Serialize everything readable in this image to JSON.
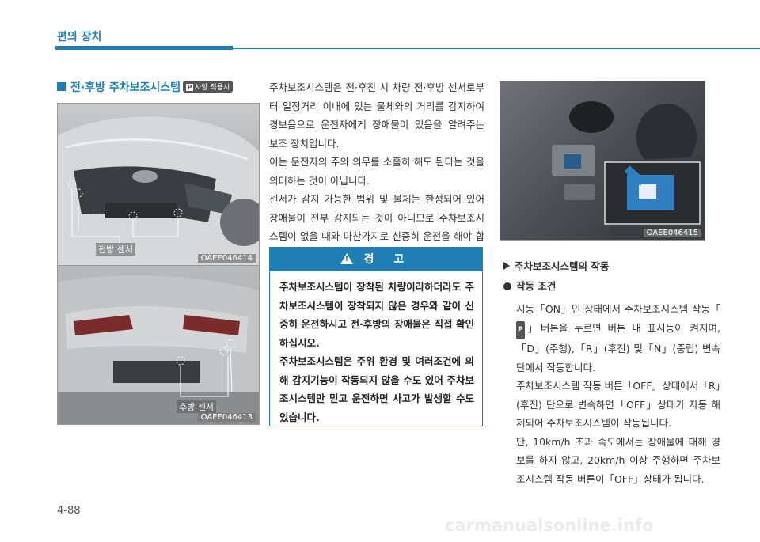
{
  "header": {
    "title": "편의 장치"
  },
  "section": {
    "title": "전·후방 주차보조시스템",
    "tag": "사양 적용시",
    "tag_icon": "P"
  },
  "photos": {
    "front": {
      "label": "전방 센서",
      "code": "OAEE046414"
    },
    "rear": {
      "label": "후방 센서",
      "code": "OAEE046413"
    },
    "console": {
      "code": "OAEE046415"
    }
  },
  "body_paragraphs": [
    "주차보조시스템은 전·후진 시 차량 전·후방 센서로부터 일정거리 이내에 있는 물체와의 거리를 감지하여 경보음으로 운전자에게 장애물이 있음을 알려주는 보조 장치입니다.",
    "이는 운전자의 주의 의무를 소홀히 해도 된다는 것을 의미하는 것이 아닙니다.",
    "센서가 감지 가능한 범위 및 물체는 한정되어 있어 장애물이 전부 감지되는 것이 아니므로 주차보조시스템이 없을 때와 마찬가지로 신중히 운전을 해야 합니다."
  ],
  "warning": {
    "title": "경 고",
    "icon": "!",
    "paragraphs": [
      "주차보조시스템이 장착된 차량이라하더라도 주차보조시스템이 장착되지 않은 경우와 같이 신중히 운전하시고 전·후방의 장애물은 직접 확인하십시오.",
      "주차보조시스템은 주위 환경 및 여러조건에 의해 감지기능이 작동되지 않을 수도 있어 주차보조시스템만 믿고 운전하면 사고가 발생할 수도 있습니다."
    ]
  },
  "operation": {
    "heading": "주차보조시스템의 작동",
    "subheading": "작동 조건",
    "p1_before_icon": "시동「ON」인 상태에서 주차보조시스템 작동「",
    "p1_icon": "P",
    "p1_after_icon": "」버튼을 누르면 버튼 내 표시등이 켜지며,「D」(주행),「R」(후진) 및「N」(중립) 변속단에서 작동합니다.",
    "p2": "주차보조시스템 작동 버튼「OFF」상태에서「R」(후진) 단으로 변속하면「OFF」상태가 자동 해제되어 주차보조시스템이 작동됩니다.",
    "p3": "단, 10km/h 초과 속도에서는 장애물에 대해 경보를 하지 않고, 20km/h 이상 주행하면 주차보조시스템 작동 버튼이「OFF」상태가 됩니다."
  },
  "page_number": "4-88",
  "watermark": "carmanualsonline.info",
  "colors": {
    "accent": "#1f7fb4"
  }
}
